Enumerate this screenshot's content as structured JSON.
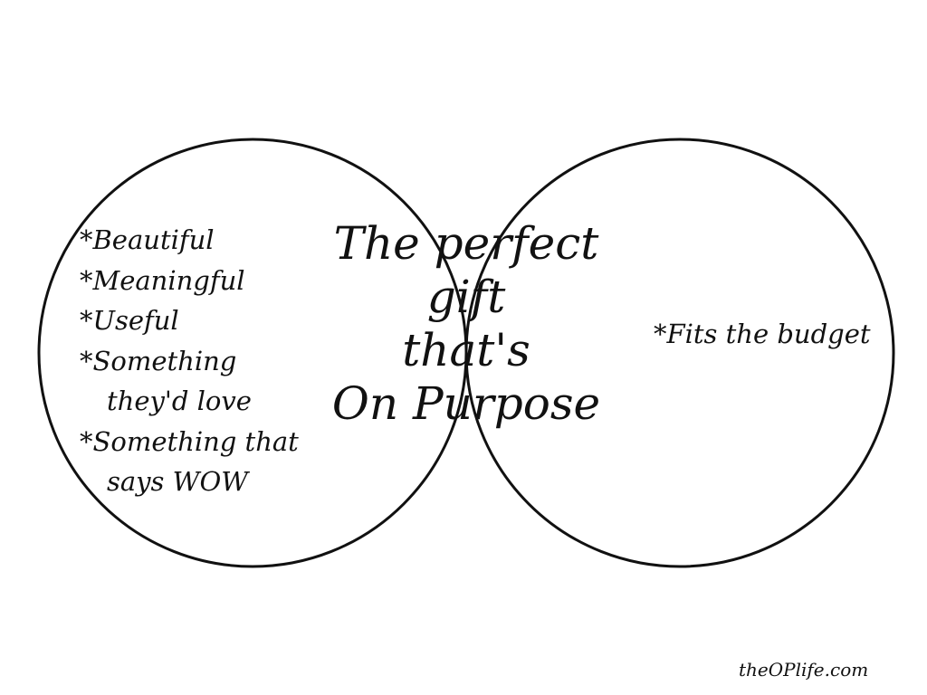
{
  "left_items": [
    "*Beautiful",
    "*Meaningful",
    "*Useful",
    "*Something",
    "they'd love",
    "*Something that",
    "says WOW"
  ],
  "center_lines": [
    "The perfect",
    "gift",
    "that's",
    "On Purpose"
  ],
  "right_items": [
    "*Fits the budget"
  ],
  "credit": "theOPlife.com"
}
